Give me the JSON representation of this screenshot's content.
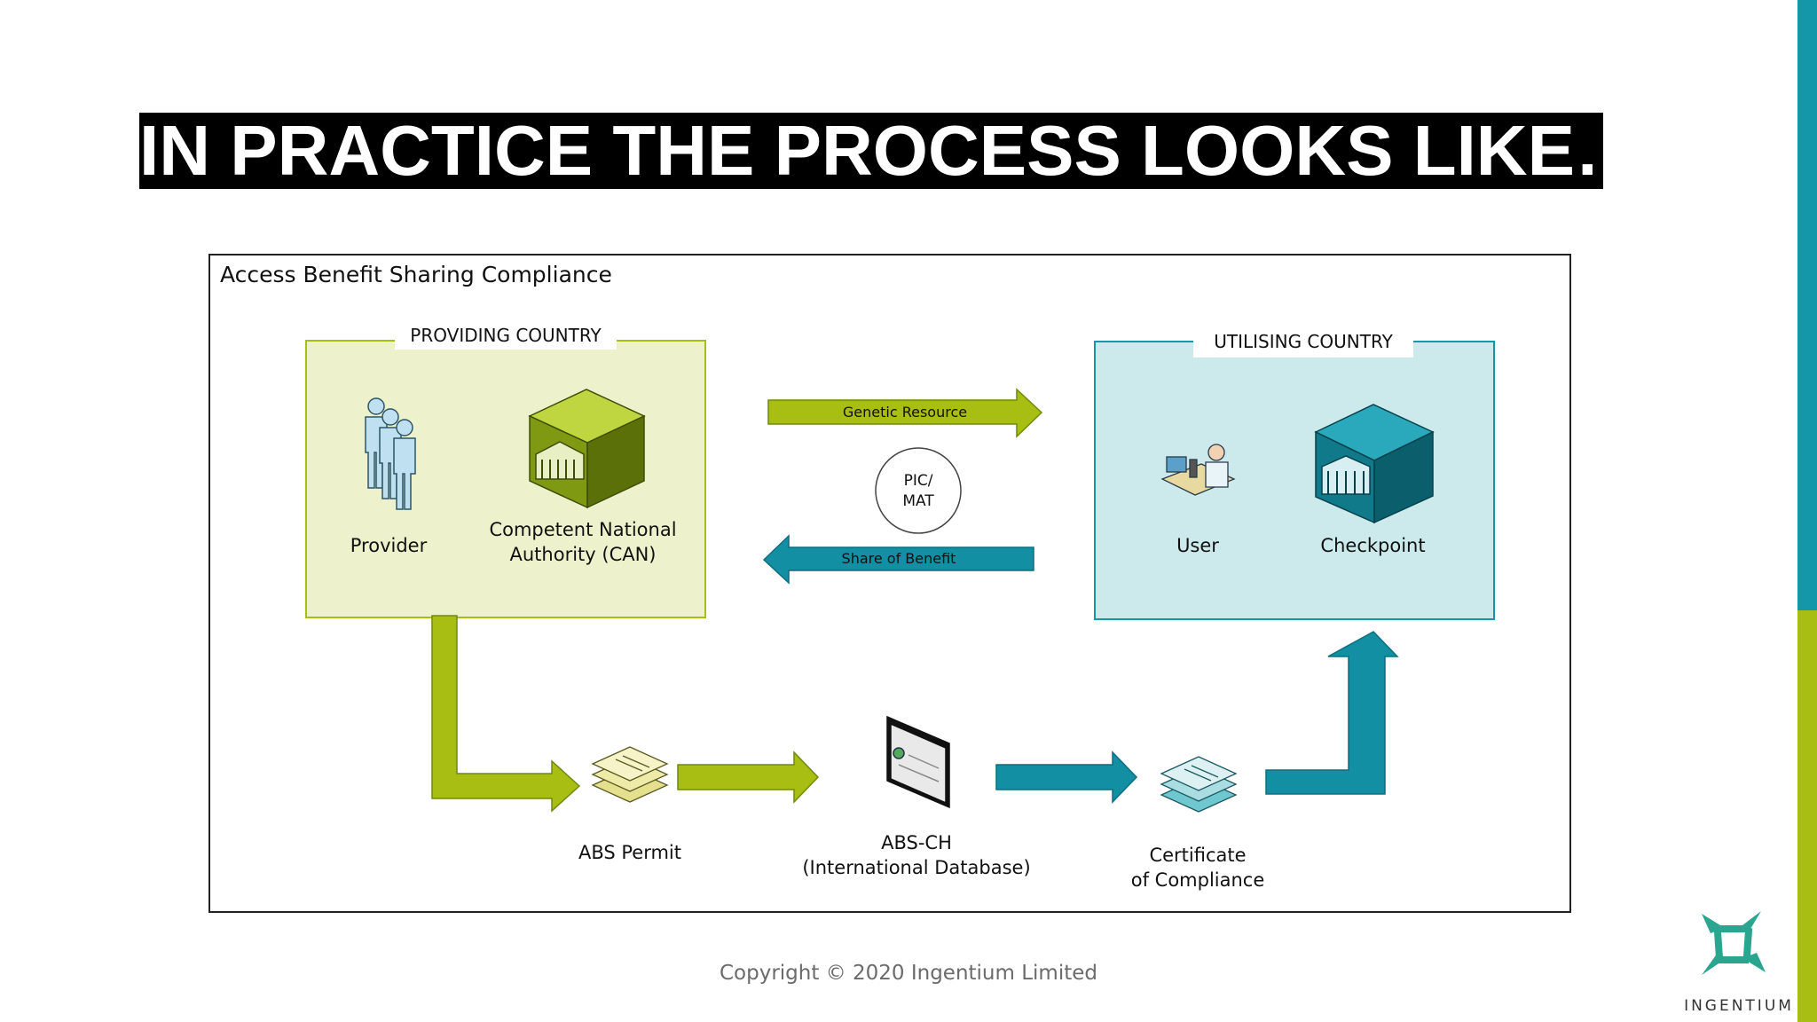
{
  "slide": {
    "title": "IN PRACTICE THE PROCESS LOOKS LIKE…",
    "footer": "Copyright © 2020 Ingentium Limited",
    "brand_name": "INGENTIUM"
  },
  "diagram": {
    "title": "Access Benefit Sharing Compliance",
    "providing_country": {
      "label": "PROVIDING COUNTRY",
      "provider": "Provider",
      "can_line1": "Competent National",
      "can_line2": "Authority (CAN)"
    },
    "utilising_country": {
      "label": "UTILISING COUNTRY",
      "user": "User",
      "checkpoint": "Checkpoint"
    },
    "flows": {
      "genetic_resource": "Genetic Resource",
      "share_of_benefit": "Share of Benefit",
      "pic_mat_line1": "PIC/",
      "pic_mat_line2": "MAT"
    },
    "steps": {
      "abs_permit": "ABS Permit",
      "abs_ch_line1": "ABS-CH",
      "abs_ch_line2": "(International Database)",
      "certificate_line1": "Certificate",
      "certificate_line2": "of Compliance"
    }
  },
  "colors": {
    "green": "#a8be12",
    "green_dark": "#6f8a0e",
    "teal": "#138fa3",
    "provider_fill": "#eef2cc",
    "utiliser_fill": "#cce9ec"
  }
}
